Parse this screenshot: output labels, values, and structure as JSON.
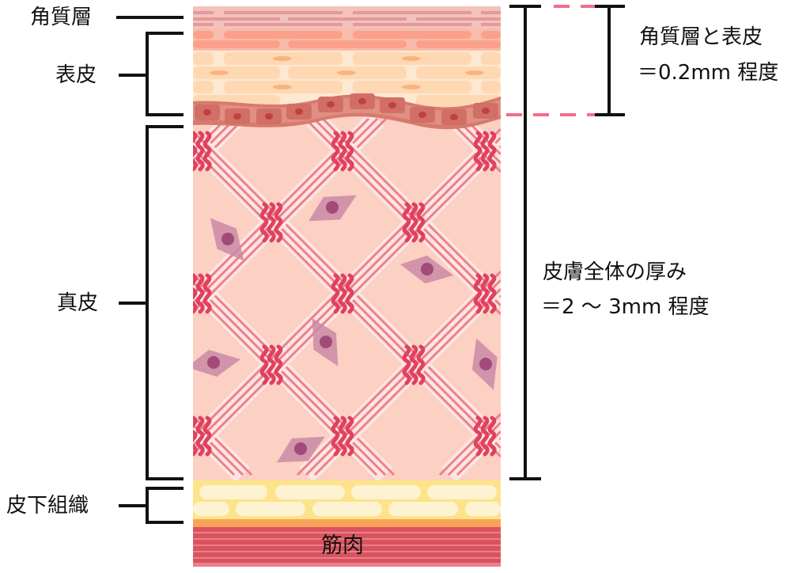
{
  "left_labels": {
    "stratum_corneum": "角質層",
    "epidermis": "表皮",
    "dermis": "真皮",
    "subcutaneous": "皮下組織"
  },
  "muscle_label": "筋肉",
  "right_annotations": {
    "epidermis_title": "角質層と表皮",
    "epidermis_value": "＝0.2mm 程度",
    "skin_title": "皮膚全体の厚み",
    "skin_value": "＝2 ～ 3mm 程度"
  },
  "colors": {
    "dermis": "#fcd0c2",
    "fiber": "#ee7f8c",
    "squiggle": "#e0415f",
    "cell": "#c98aa6",
    "fat": "#fde38a",
    "muscle": "#d9535e",
    "dash": "#f26d8a"
  }
}
